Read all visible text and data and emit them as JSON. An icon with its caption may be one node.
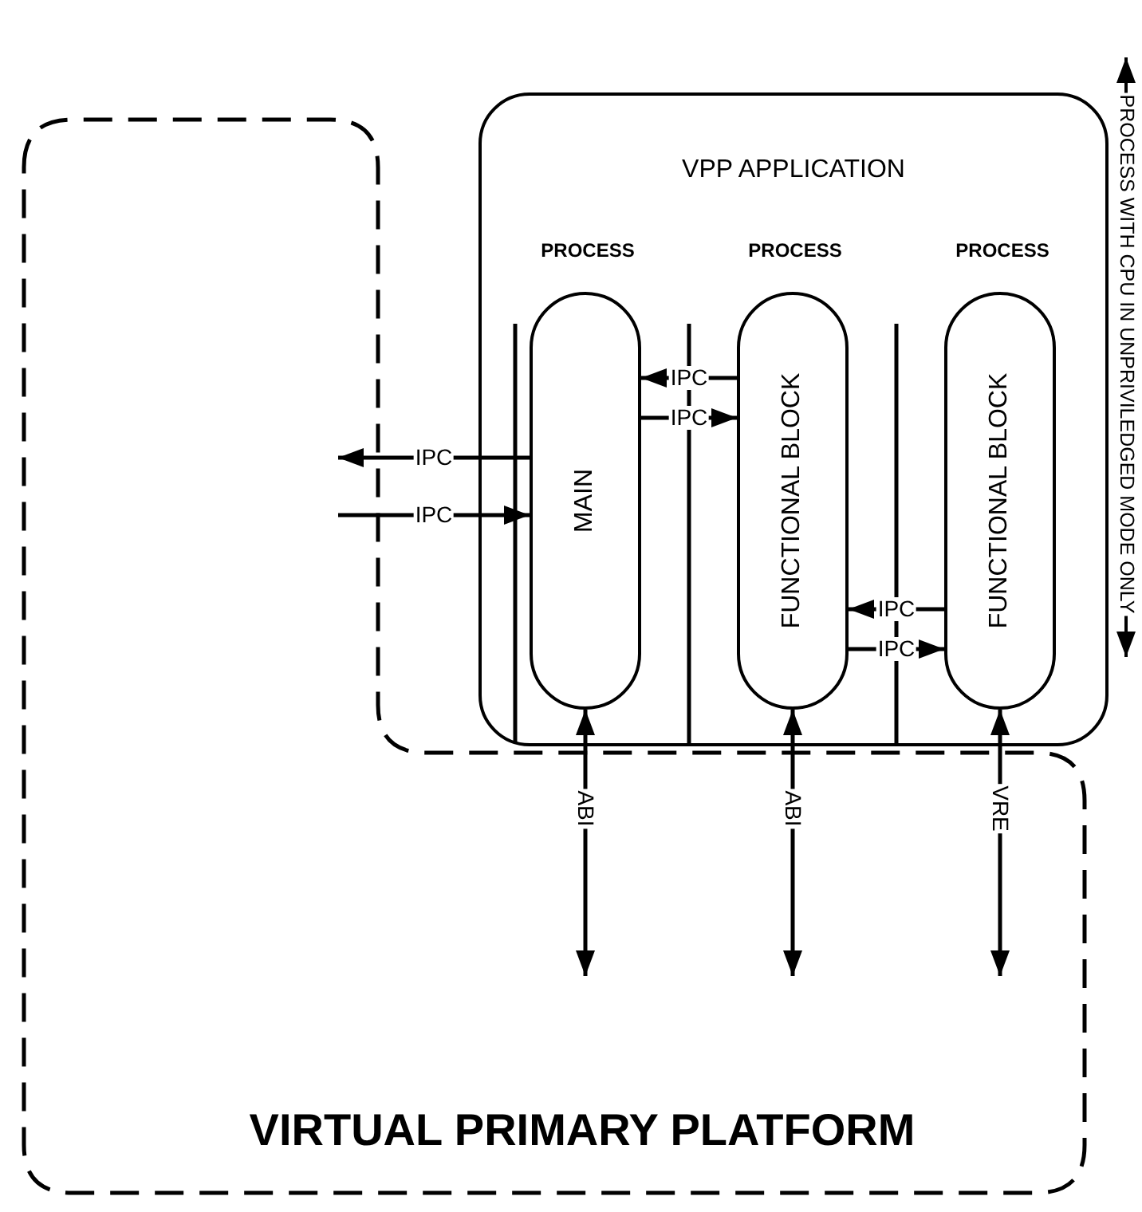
{
  "diagram": {
    "nodes": [
      {
        "text": [
          "VIRTUAL PRIMARY PLATFORM"
        ]
      },
      {
        "text": [
          "VPP APPLICATION"
        ]
      },
      {
        "text": [
          "PROCESS",
          "MAIN"
        ],
        "in": 1
      },
      {
        "text": [
          "PROCESS",
          "FUNCTIONAL BLOCK"
        ],
        "in": 1
      },
      {
        "text": [
          "PROCESS",
          "FUNCTIONAL BLOCK"
        ],
        "in": 1
      }
    ],
    "edges": [
      {
        "from": 2,
        "to": 0,
        "arrow": "to",
        "label": "IPC"
      },
      {
        "from": 0,
        "to": 2,
        "arrow": "to",
        "label": "IPC"
      },
      {
        "from": 3,
        "to": 2,
        "arrow": "to",
        "label": "IPC"
      },
      {
        "from": 2,
        "to": 3,
        "arrow": "to",
        "label": "IPC"
      },
      {
        "from": 4,
        "to": 3,
        "arrow": "to",
        "label": "IPC"
      },
      {
        "from": 3,
        "to": 4,
        "arrow": "to",
        "label": "IPC"
      },
      {
        "from": 2,
        "to": 0,
        "arrow": "both",
        "label": "ABI"
      },
      {
        "from": 3,
        "to": 0,
        "arrow": "both",
        "label": "ABI"
      },
      {
        "from": 4,
        "to": 0,
        "arrow": "both",
        "label": "VRE"
      }
    ],
    "labels": [
      "PROCESS WITH CPU IN UNPRIVILEDGED MODE ONLY"
    ]
  }
}
